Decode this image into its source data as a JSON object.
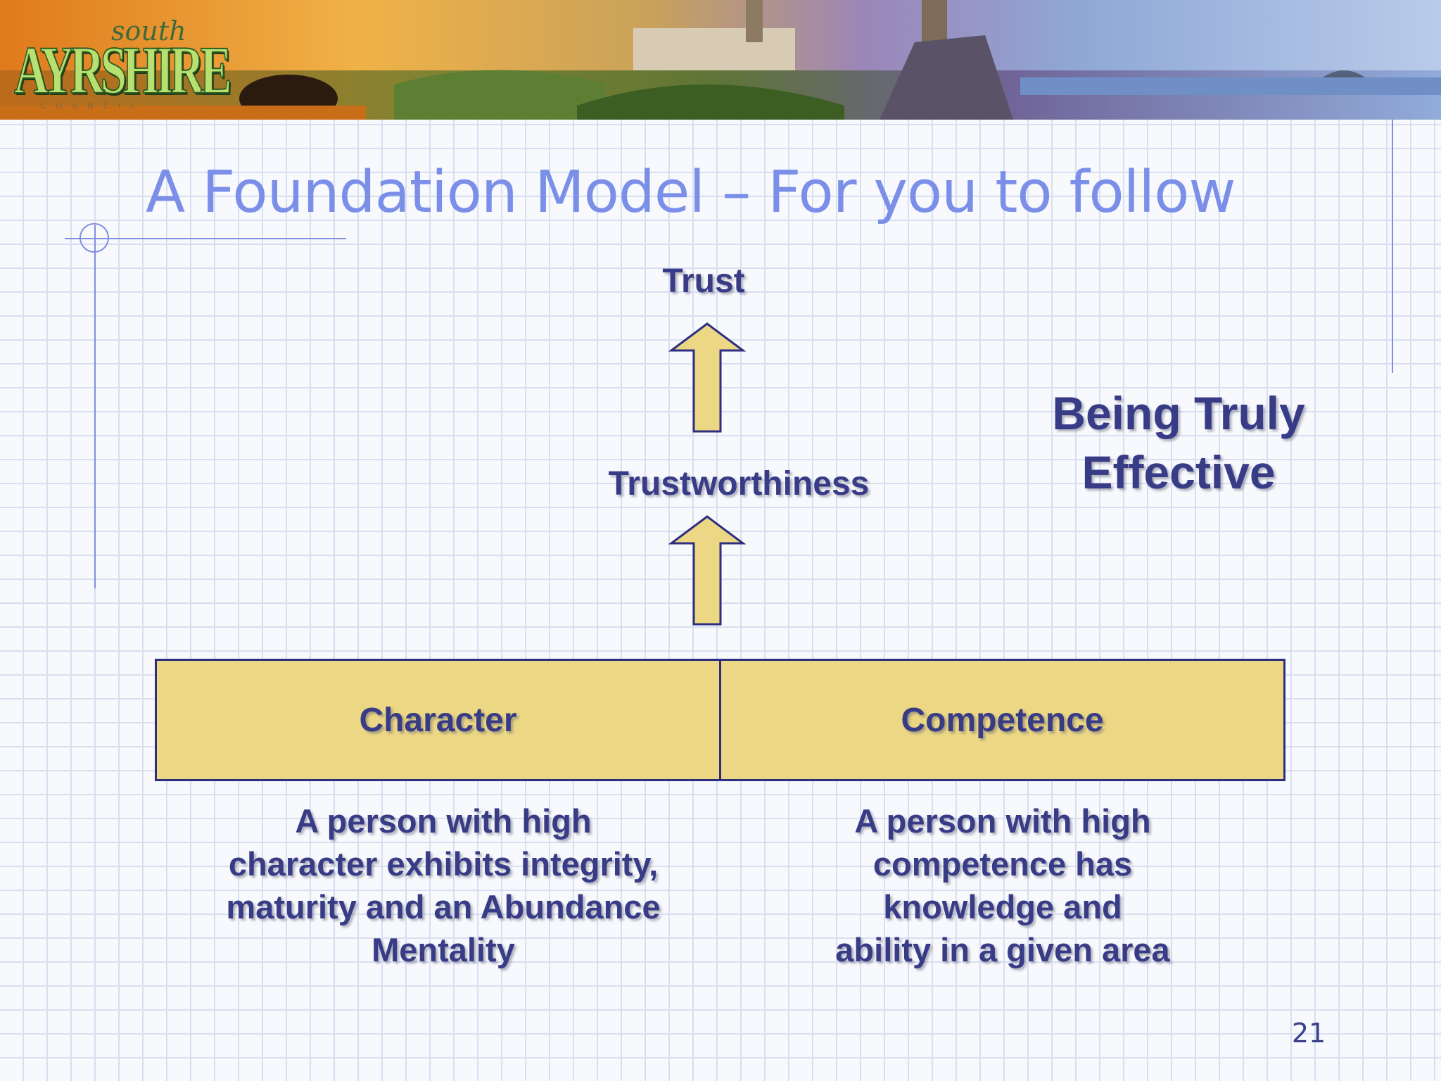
{
  "banner": {
    "logo_small": "south",
    "logo_main": "AYRSHIRE",
    "logo_sub": "COUNCIL"
  },
  "slide": {
    "title": "A Foundation Model – For you to follow",
    "page_number": "21"
  },
  "diagram": {
    "top_label": "Trust",
    "middle_label": "Trustworthiness",
    "side_heading_line1": "Being Truly",
    "side_heading_line2": "Effective",
    "base": {
      "left_label": "Character",
      "right_label": "Competence"
    },
    "left_description": [
      "A  person with high",
      "character exhibits integrity,",
      "maturity and an Abundance",
      "Mentality"
    ],
    "right_description": [
      "A person with high",
      "competence has",
      "knowledge and",
      "ability in a given area"
    ]
  },
  "colors": {
    "title": "#7b8fe8",
    "label_text": "#383b86",
    "box_fill": "#ebd784",
    "box_border": "#2d2e82"
  }
}
